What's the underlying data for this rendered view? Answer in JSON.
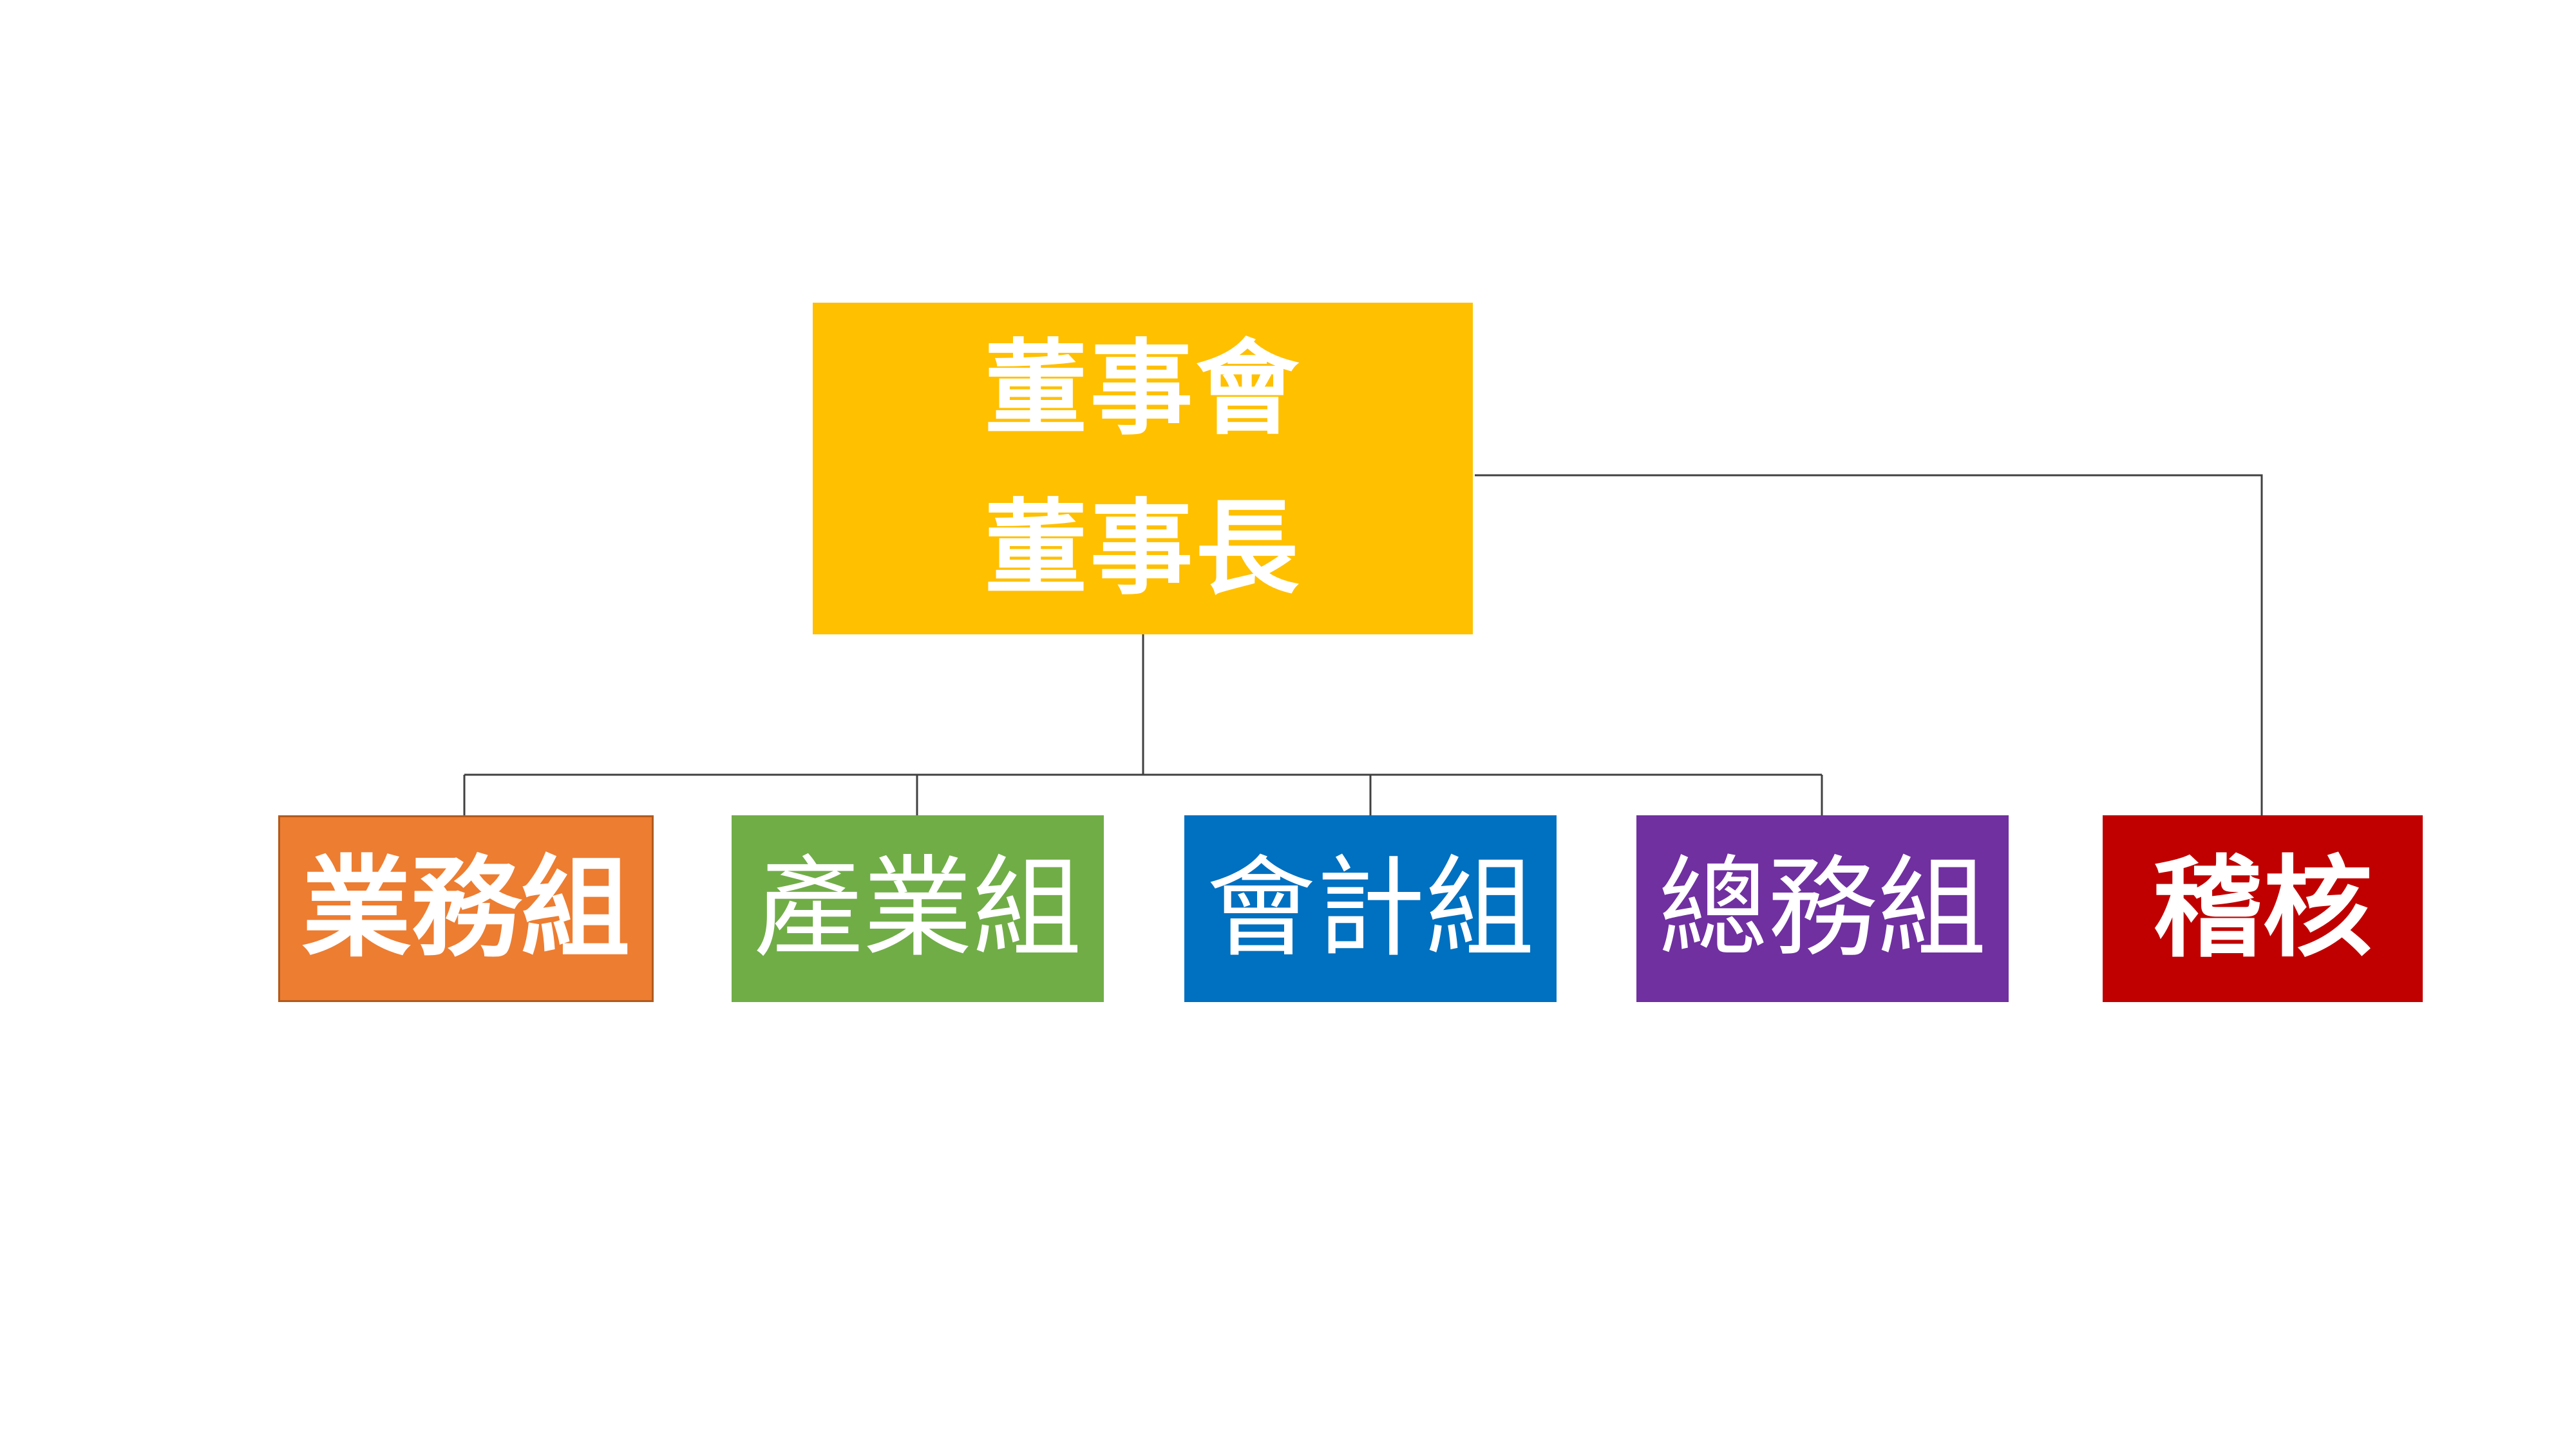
{
  "diagram": {
    "root": {
      "line1": "董事會",
      "line2": "董事長",
      "color": "#FFC000"
    },
    "departments": [
      {
        "label": "業務組",
        "color": "#ED7D31"
      },
      {
        "label": "產業組",
        "color": "#70AD47"
      },
      {
        "label": "會計組",
        "color": "#0070C0"
      },
      {
        "label": "總務組",
        "color": "#7030A0"
      }
    ],
    "audit": {
      "label": "稽核",
      "color": "#C00000"
    },
    "connector_color": "#404040"
  }
}
